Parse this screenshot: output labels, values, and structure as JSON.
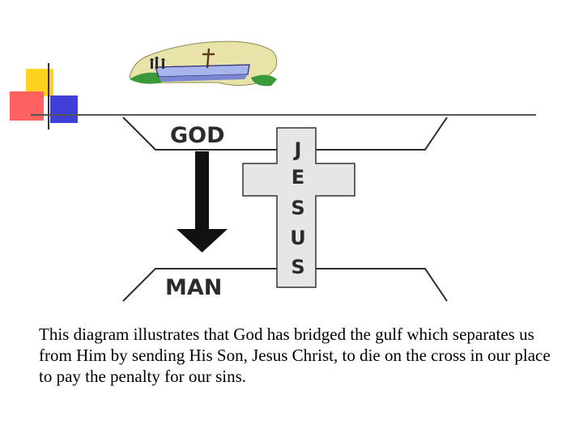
{
  "diagram": {
    "top_label": "GOD",
    "bottom_label": "MAN",
    "cross_letters": [
      "J",
      "E",
      "S",
      "U",
      "S"
    ]
  },
  "caption": {
    "text": "This diagram illustrates that God has bridged the gulf which separates us from Him by sending His Son, Jesus Christ, to die on the cross in our place to pay the penalty for our sins."
  },
  "colors": {
    "accent_yellow": "#ffd21f",
    "accent_red": "#ff5a5a",
    "accent_blue": "#3f3fd8",
    "cross_fill": "#e6e6e6",
    "outline": "#2b2b2b"
  }
}
